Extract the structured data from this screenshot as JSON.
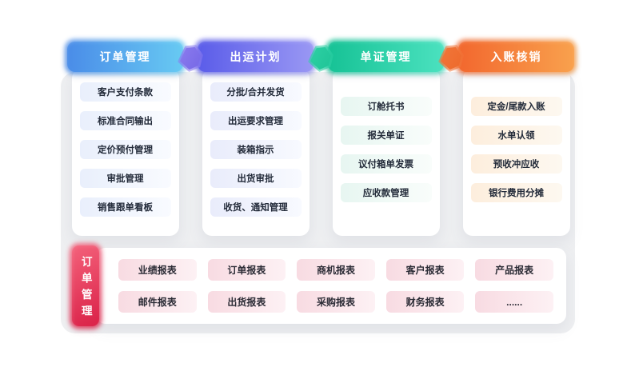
{
  "diagram": {
    "flow_columns": [
      {
        "title": "订单管理",
        "accent": {
          "from": "#4a8ce8",
          "to": "#68cbf3",
          "item_from": "#e9effc",
          "item_to": "#f9fbff"
        },
        "items": [
          "客户支付条款",
          "标准合同输出",
          "定价预付管理",
          "审批管理",
          "销售跟单看板"
        ]
      },
      {
        "title": "出运计划",
        "accent": {
          "from": "#5a5ce9",
          "to": "#9b99f4",
          "item_from": "#e9ecfb",
          "item_to": "#f8faff"
        },
        "items": [
          "分批/合并发货",
          "出运要求管理",
          "装箱指示",
          "出货审批",
          "收货、通知管理"
        ]
      },
      {
        "title": "单证管理",
        "accent": {
          "from": "#16c295",
          "to": "#4ce2c0",
          "item_from": "#e7f6f1",
          "item_to": "#f9fdfb"
        },
        "items": [
          "订舱托书",
          "报关单证",
          "议付箱单发票",
          "应收款管理"
        ]
      },
      {
        "title": "入账核销",
        "accent": {
          "from": "#f2672e",
          "to": "#f9a24e",
          "item_from": "#fdeedd",
          "item_to": "#fdf8f0"
        },
        "items": [
          "定金/尾款入账",
          "水单认领",
          "预收冲应收",
          "银行费用分摊"
        ]
      }
    ],
    "connectors": [
      {
        "from": "#8b7bee",
        "to": "#7668e6"
      },
      {
        "from": "#2ed0a4",
        "to": "#1fc497"
      },
      {
        "from": "#f0763a",
        "to": "#ee6a2c"
      }
    ],
    "bottom_section": {
      "label": "订单管理",
      "accent": {
        "from": "#f4627b",
        "to": "#da2148"
      },
      "report_rows": [
        [
          "业绩报表",
          "订单报表",
          "商机报表",
          "客户报表",
          "产品报表"
        ],
        [
          "邮件报表",
          "出货报表",
          "采购报表",
          "财务报表",
          "......"
        ]
      ]
    },
    "colors": {
      "backdrop": "#eeeff1",
      "card_bg": "#ffffff",
      "report_pill_from": "#f8dbe2",
      "report_pill_to": "#fdf1f4"
    }
  }
}
